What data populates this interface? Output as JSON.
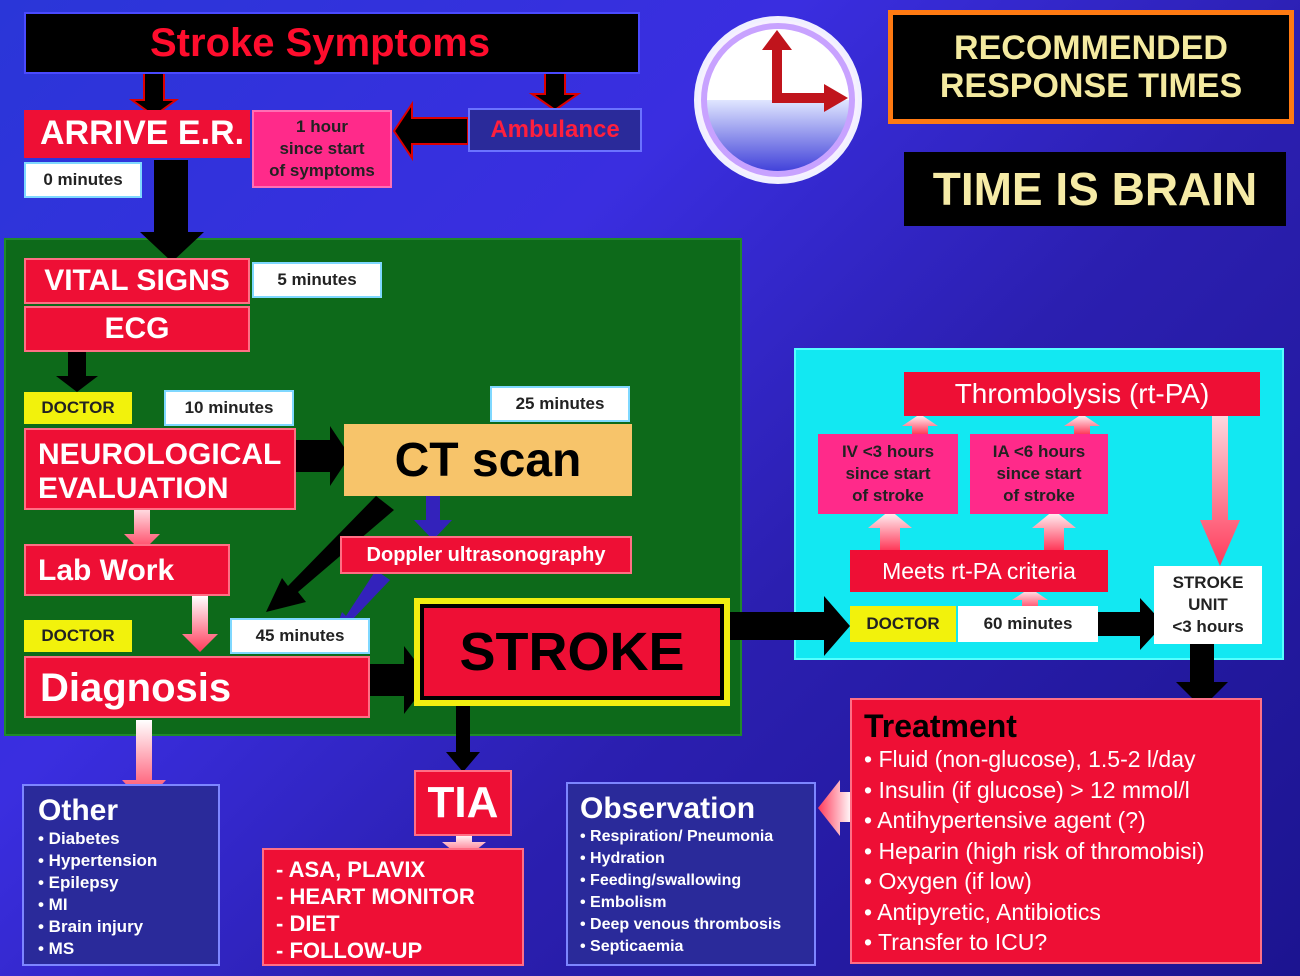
{
  "header": {
    "title": "Stroke Symptoms",
    "ambulance": "Ambulance",
    "recommended_line1": "RECOMMENDED",
    "recommended_line2": "RESPONSE TIMES",
    "slogan": "TIME IS BRAIN"
  },
  "flow": {
    "arrive_er": "ARRIVE E.R.",
    "zero_minutes": "0 minutes",
    "one_hour_l1": "1 hour",
    "one_hour_l2": "since start",
    "one_hour_l3": "of symptoms",
    "vital_signs": "VITAL SIGNS",
    "five_minutes": "5 minutes",
    "ecg": "ECG",
    "doctor_1": "DOCTOR",
    "ten_minutes": "10 minutes",
    "neuro_l1": "NEUROLOGICAL",
    "neuro_l2": "EVALUATION",
    "ct_scan": "CT scan",
    "twentyfive_minutes": "25 minutes",
    "doppler": "Doppler ultrasonography",
    "lab_work": "Lab Work",
    "doctor_2": "DOCTOR",
    "fortyfive_minutes": "45 minutes",
    "diagnosis": "Diagnosis",
    "stroke": "STROKE",
    "tia": "TIA"
  },
  "thrombolysis": {
    "title": "Thrombolysis (rt-PA)",
    "iv_l1": "IV <3 hours",
    "iv_l2": "since start",
    "iv_l3": "of stroke",
    "ia_l1": "IA <6 hours",
    "ia_l2": "since start",
    "ia_l3": "of stroke",
    "criteria": "Meets rt-PA criteria",
    "doctor": "DOCTOR",
    "sixty_minutes": "60 minutes",
    "unit_l1": "STROKE",
    "unit_l2": "UNIT",
    "unit_l3": "<3 hours"
  },
  "other": {
    "title": "Other",
    "items": [
      "• Diabetes",
      "• Hypertension",
      "• Epilepsy",
      "• MI",
      "• Brain injury",
      "• MS"
    ]
  },
  "tia_actions": {
    "items": [
      "- ASA, PLAVIX",
      "- HEART MONITOR",
      "- DIET",
      "- FOLLOW-UP"
    ]
  },
  "observation": {
    "title": "Observation",
    "items": [
      "• Respiration/ Pneumonia",
      "• Hydration",
      "• Feeding/swallowing",
      "• Embolism",
      "• Deep venous thrombosis",
      "• Septicaemia"
    ]
  },
  "treatment": {
    "title": "Treatment",
    "items": [
      "• Fluid (non-glucose), 1.5-2 l/day",
      "• Insulin (if glucose) > 12 mmol/l",
      "• Antihypertensive agent (?)",
      "• Heparin (high risk of thromobisi)",
      "• Oxygen (if low)",
      "• Antipyretic, Antibiotics",
      "• Transfer to ICU?"
    ]
  },
  "colors": {
    "red": "#ee0f35",
    "pink": "#ff2a8a",
    "green_panel": "#0d6a1a",
    "cyan_panel": "#12e8f2",
    "background": "#2a36d8"
  }
}
